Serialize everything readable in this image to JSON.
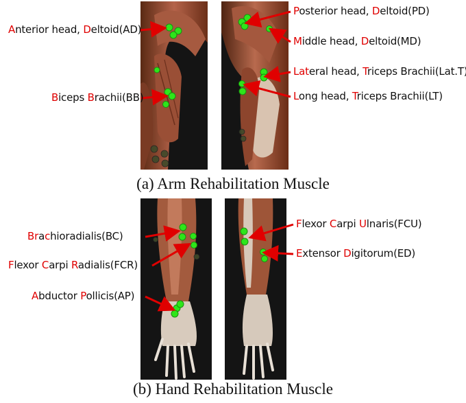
{
  "caption_a": "(a) Arm Rehabilitation Muscle",
  "caption_b": "(b) Hand Rehabilitation Muscle",
  "colors": {
    "highlight": "#e00000",
    "arrow": "#e00000",
    "marker": "#2ee61a"
  },
  "labels": [
    {
      "id": "ad",
      "parts": [
        {
          "t": "A",
          "h": true
        },
        {
          "t": "nterior head, "
        },
        {
          "t": "D",
          "h": true
        },
        {
          "t": "eltoid(AD)"
        }
      ]
    },
    {
      "id": "bb",
      "parts": [
        {
          "t": "B",
          "h": true
        },
        {
          "t": "iceps "
        },
        {
          "t": "B",
          "h": true
        },
        {
          "t": "rachii(BB)"
        }
      ]
    },
    {
      "id": "pd",
      "parts": [
        {
          "t": "P",
          "h": true
        },
        {
          "t": "osterior head, "
        },
        {
          "t": "D",
          "h": true
        },
        {
          "t": "eltoid(PD)"
        }
      ]
    },
    {
      "id": "md",
      "parts": [
        {
          "t": "M",
          "h": true
        },
        {
          "t": "iddle head, "
        },
        {
          "t": "D",
          "h": true
        },
        {
          "t": "eltoid(MD)"
        }
      ]
    },
    {
      "id": "latt",
      "parts": [
        {
          "t": "Lat",
          "h": true
        },
        {
          "t": "eral head, "
        },
        {
          "t": "T",
          "h": true
        },
        {
          "t": "riceps Brachii(Lat.T)"
        }
      ]
    },
    {
      "id": "lt",
      "parts": [
        {
          "t": "L",
          "h": true
        },
        {
          "t": "ong head, "
        },
        {
          "t": "T",
          "h": true
        },
        {
          "t": "riceps Brachii(LT)"
        }
      ]
    },
    {
      "id": "bc",
      "parts": [
        {
          "t": "Br",
          "h": true
        },
        {
          "t": "a"
        },
        {
          "t": "c",
          "h": true
        },
        {
          "t": "hioradialis(BC)"
        }
      ]
    },
    {
      "id": "fcr",
      "parts": [
        {
          "t": "F",
          "h": true
        },
        {
          "t": "lexor "
        },
        {
          "t": "C",
          "h": true
        },
        {
          "t": "arpi "
        },
        {
          "t": "R",
          "h": true
        },
        {
          "t": "adialis(FCR)"
        }
      ]
    },
    {
      "id": "ap",
      "parts": [
        {
          "t": "A",
          "h": true
        },
        {
          "t": "bductor "
        },
        {
          "t": "P",
          "h": true
        },
        {
          "t": "ollicis(AP)"
        }
      ]
    },
    {
      "id": "fcu",
      "parts": [
        {
          "t": "F",
          "h": true
        },
        {
          "t": "lexor "
        },
        {
          "t": "C",
          "h": true
        },
        {
          "t": "arpi "
        },
        {
          "t": "U",
          "h": true
        },
        {
          "t": "lnaris(FCU)"
        }
      ]
    },
    {
      "id": "ed",
      "parts": [
        {
          "t": "E",
          "h": true
        },
        {
          "t": "xtensor "
        },
        {
          "t": "D",
          "h": true
        },
        {
          "t": "igitorum(ED)"
        }
      ]
    }
  ]
}
